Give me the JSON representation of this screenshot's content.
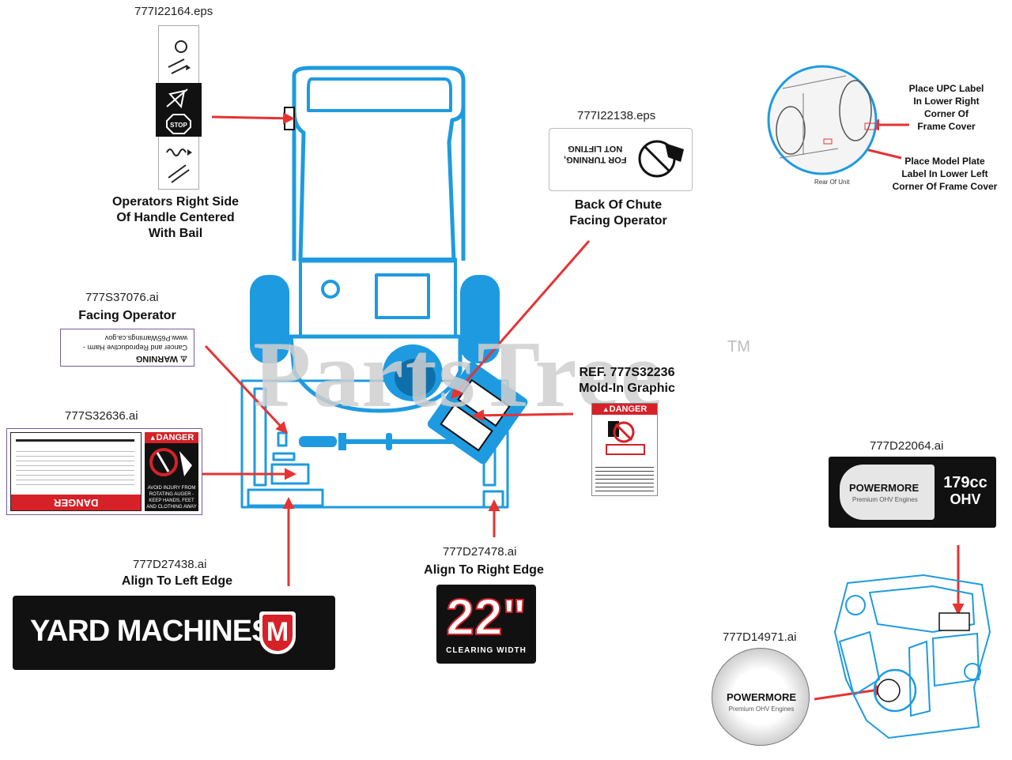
{
  "watermark": {
    "text": "PartsTree",
    "tm": "TM"
  },
  "labels": {
    "handle": {
      "file": "777I22164.eps",
      "caption": [
        "Operators Right Side",
        "Of Handle Centered",
        "With Bail"
      ]
    },
    "chute": {
      "file": "777I22138.eps",
      "decal_text": [
        "FOR TURNING,",
        "NOT LIFTING"
      ],
      "caption": [
        "Back Of Chute",
        "Facing Operator"
      ]
    },
    "warning": {
      "file": "777S37076.ai",
      "heading": "Facing Operator",
      "decal_title": "WARNING",
      "decal_lines": [
        "Cancer and Reproductive Harm -",
        "www.P65Warnings.ca.gov"
      ]
    },
    "danger_left": {
      "file": "777S32636.ai",
      "danger_word": "DANGER",
      "tag": [
        "AVOID INJURY FROM",
        "ROTATING AUGER -",
        "KEEP HANDS, FEET",
        "AND CLOTHING AWAY"
      ]
    },
    "yard": {
      "file": "777D27438.ai",
      "heading": "Align To Left Edge",
      "brand": "YARD MACHINES",
      "emblem": "M"
    },
    "clearing": {
      "file": "777D27478.ai",
      "heading": "Align To Right Edge",
      "big": "22\"",
      "sub": "CLEARING WIDTH"
    },
    "moldin": {
      "heading": [
        "REF. 777S32236",
        "Mold-In Graphic"
      ],
      "danger_word": "DANGER"
    },
    "engine_ohv": {
      "file": "777D22064.ai",
      "brand": "POWERMORE",
      "tagline": "Premium OHV Engines",
      "cc": "179cc",
      "ohv": "OHV"
    },
    "engine_round": {
      "file": "777D14971.ai",
      "brand": "POWERMORE",
      "tagline": "Premium OHV Engines"
    },
    "upc": {
      "upc_caption": [
        "Place UPC Label",
        "In Lower Right",
        "Corner Of",
        "Frame Cover"
      ],
      "plate_caption": [
        "Place Model Plate",
        "Label In Lower Left",
        "Corner Of Frame Cover"
      ],
      "rear_label": "Rear Of Unit"
    }
  },
  "colors": {
    "machine": "#1e9be0",
    "machine_dark": "#0f6fab",
    "arrow": "#e53333",
    "danger_red": "#d62128"
  }
}
